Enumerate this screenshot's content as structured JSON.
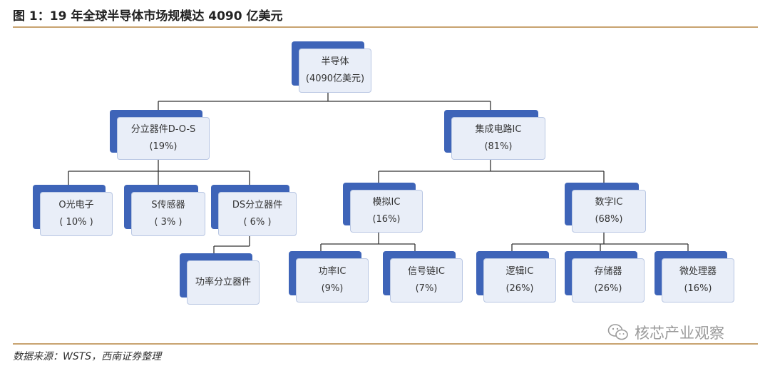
{
  "header": {
    "title": "图 1：19 年全球半导体市场规模达 4090 亿美元"
  },
  "footer": {
    "source": "数据来源：WSTS，西南证券整理"
  },
  "watermark": {
    "text": "核芯产业观察",
    "icon": "wechat-icon"
  },
  "colors": {
    "accent_rule": "#c8a370",
    "node_shadow": "#3e64b8",
    "node_fill": "#e9eef8",
    "line": "#333333"
  },
  "nodes": {
    "root": {
      "label": "半导体",
      "value": "(4090亿美元)"
    },
    "discrete": {
      "label": "分立器件D-O-S",
      "value": "(19%)"
    },
    "ic": {
      "label": "集成电路IC",
      "value": "(81%)"
    },
    "opto": {
      "label": "O光电子",
      "value": "( 10% )"
    },
    "sensor": {
      "label": "S传感器",
      "value": "( 3% )"
    },
    "ds": {
      "label": "DS分立器件",
      "value": "( 6% )"
    },
    "power_dev": {
      "label": "功率分立器件",
      "value": ""
    },
    "analog": {
      "label": "模拟IC",
      "value": "(16%)"
    },
    "digital": {
      "label": "数字IC",
      "value": "(68%)"
    },
    "power_ic": {
      "label": "功率IC",
      "value": "(9%)"
    },
    "signal_ic": {
      "label": "信号链IC",
      "value": "(7%)"
    },
    "logic_ic": {
      "label": "逻辑IC",
      "value": "(26%)"
    },
    "memory": {
      "label": "存储器",
      "value": "(26%)"
    },
    "micro": {
      "label": "微处理器",
      "value": "(16%)"
    }
  }
}
